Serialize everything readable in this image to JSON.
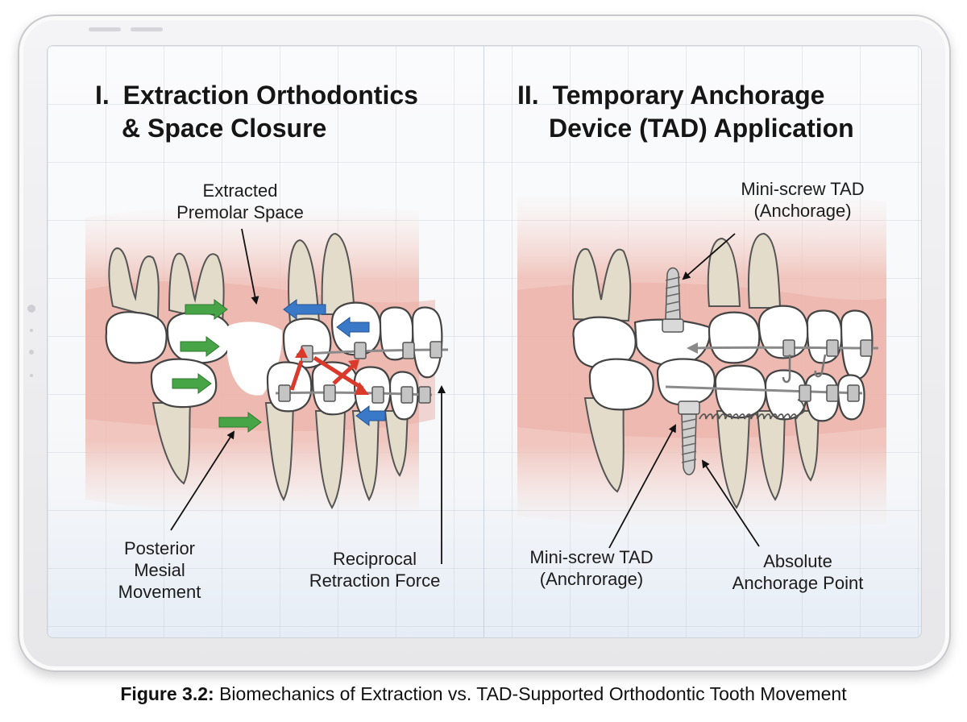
{
  "left_panel": {
    "title_num": "I.",
    "title_line1": "Extraction Orthodontics",
    "title_line2": "& Space Closure",
    "label_extracted_line1": "Extracted",
    "label_extracted_line2": "Premolar Space",
    "label_posterior_line1": "Posterior",
    "label_posterior_line2": "Mesial",
    "label_posterior_line3": "Movement",
    "label_reciprocal_line1": "Reciprocal",
    "label_reciprocal_line2": "Retraction Force"
  },
  "right_panel": {
    "title_num": "II.",
    "title_line1": "Temporary Anchorage",
    "title_line2": "Device (TAD) Application",
    "label_top_tad_line1": "Mini-screw TAD",
    "label_top_tad_line2": "(Anchorage)",
    "label_bottom_tad_line1": "Mini-screw TAD",
    "label_bottom_tad_line2": "(Anchrorage)",
    "label_absolute_line1": "Absolute",
    "label_absolute_line2": "Anchorage Point"
  },
  "caption": {
    "prefix": "Figure 3.2:",
    "text": " Biomechanics of Extraction vs. TAD-Supported Orthodontic Tooth Movement"
  },
  "colors": {
    "gum": "#e9a9a0",
    "tooth": "#ffffff",
    "root": "#e4dccb",
    "arrow_green": "#47a447",
    "arrow_blue": "#3a78c8",
    "arrow_red": "#d93a2b",
    "wire": "#8a8a8a"
  }
}
